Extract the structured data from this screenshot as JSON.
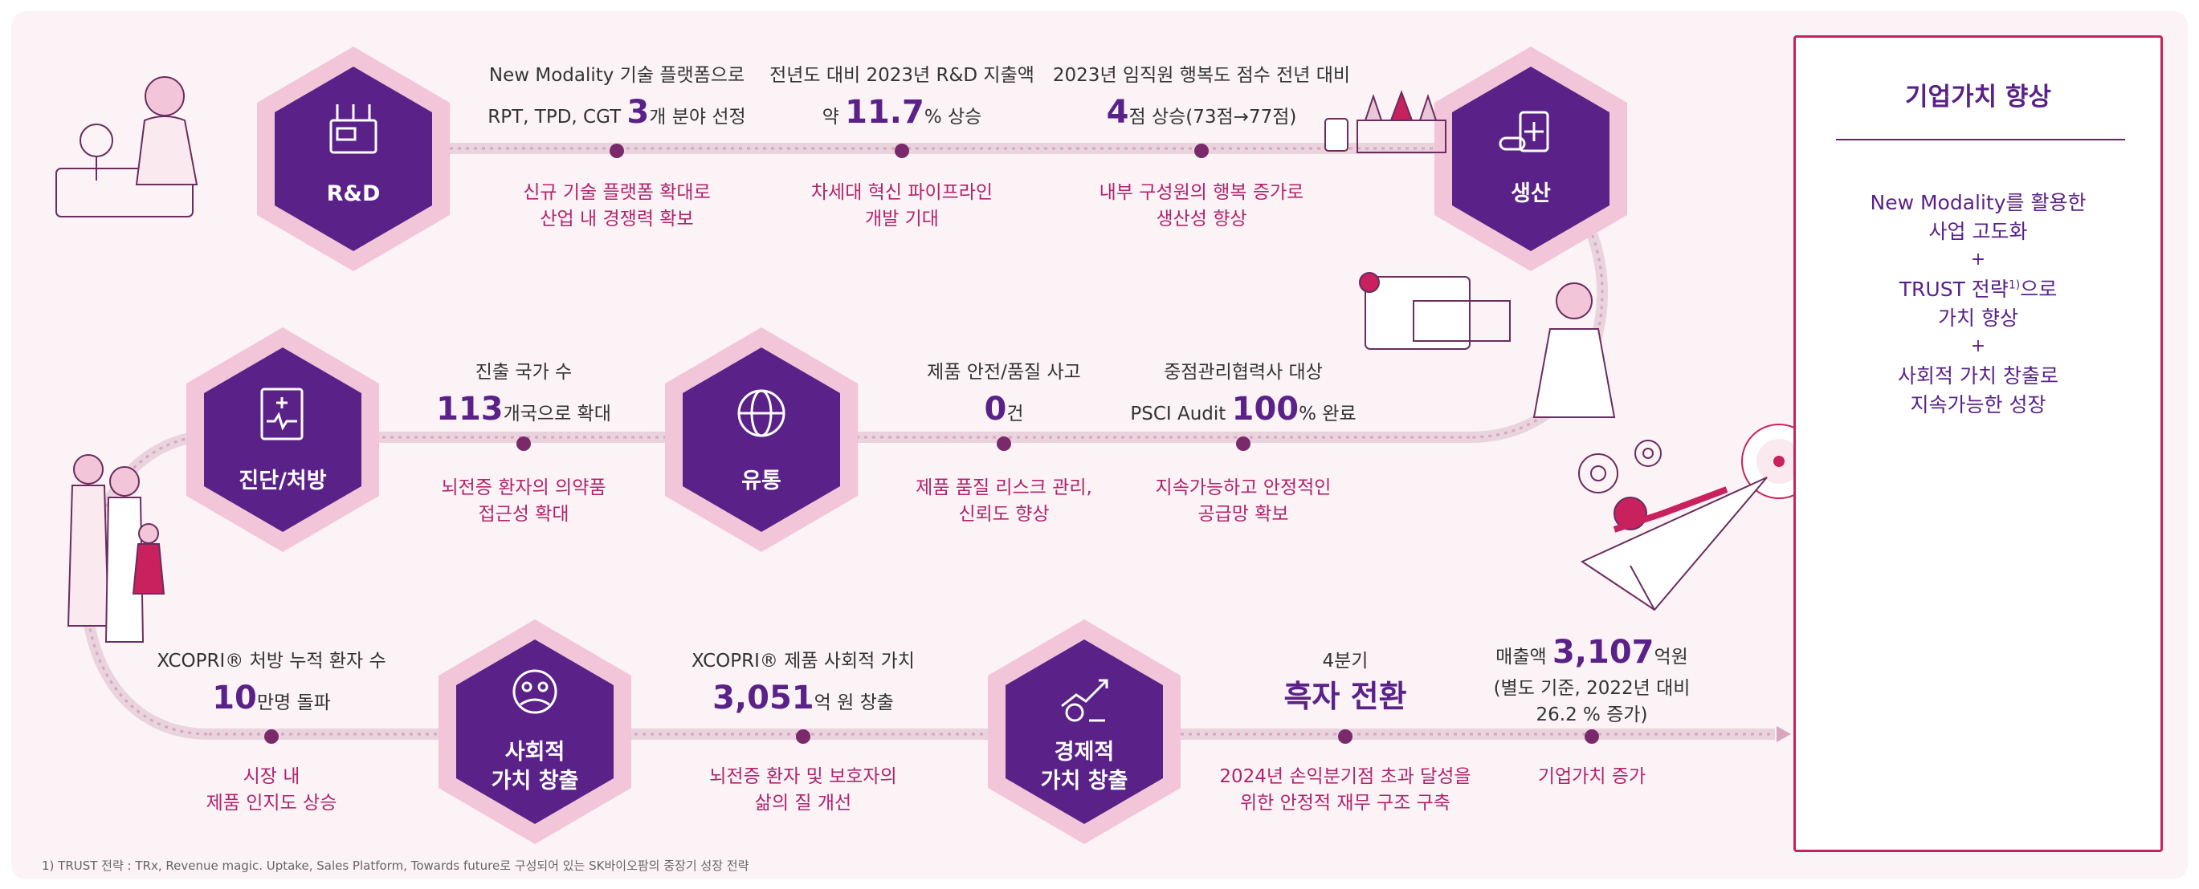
{
  "stages": {
    "rnd": "R&D",
    "production": "생산",
    "diagnosis": "진단/처방",
    "distribution": "유통",
    "social_line1": "사회적",
    "social_line2": "가치 창출",
    "economic_line1": "경제적",
    "economic_line2": "가치 창출"
  },
  "row1": {
    "f1_line1": "New Modality 기술 플랫폼으로",
    "f1_pre": "RPT, TPD, CGT ",
    "f1_num": "3",
    "f1_post": "개 분야 선정",
    "e1_line1": "신규 기술 플랫폼 확대로",
    "e1_line2": "산업 내 경쟁력 확보",
    "f2_line1": "전년도 대비 2023년 R&D 지출액",
    "f2_pre": "약 ",
    "f2_num": "11.7",
    "f2_post": "% 상승",
    "e2_line1": "차세대 혁신 파이프라인",
    "e2_line2": "개발 기대",
    "f3_line1": "2023년 임직원 행복도 점수 전년 대비",
    "f3_num": "4",
    "f3_post": "점 상승(73점→77점)",
    "e3_line1": "내부 구성원의 행복 증가로",
    "e3_line2": "생산성 향상"
  },
  "row2": {
    "f1_line1": "진출 국가 수",
    "f1_num": "113",
    "f1_post": "개국으로 확대",
    "e1_line1": "뇌전증 환자의 의약품",
    "e1_line2": "접근성 확대",
    "f2_line1": "제품 안전/품질 사고",
    "f2_num": "0",
    "f2_post": "건",
    "e2_line1": "제품 품질 리스크 관리,",
    "e2_line2": "신뢰도 향상",
    "f3_line1": "중점관리협력사 대상",
    "f3_pre": "PSCI Audit ",
    "f3_num": "100",
    "f3_post": "% 완료",
    "e3_line1": "지속가능하고 안정적인",
    "e3_line2": "공급망 확보"
  },
  "row3": {
    "f1_line1": "XCOPRI® 처방 누적 환자 수",
    "f1_num": "10",
    "f1_post": "만명 돌파",
    "e1_line1": "시장 내",
    "e1_line2": "제품 인지도 상승",
    "f2_line1": "XCOPRI® 제품 사회적 가치",
    "f2_num": "3,051",
    "f2_post": "억 원 창출",
    "e2_line1": "뇌전증 환자 및 보호자의",
    "e2_line2": "삶의 질 개선",
    "f3_line1": "4분기",
    "f3_big": "흑자 전환",
    "e3_line1": "2024년 손익분기점 초과 달성을",
    "e3_line2": "위한 안정적 재무 구조 구축",
    "f4_pre": "매출액 ",
    "f4_num": "3,107",
    "f4_post": "억원",
    "f4_line2": "(별도 기준, 2022년 대비",
    "f4_line3": "26.2 % 증가)",
    "e4_line1": "기업가치 증가"
  },
  "side": {
    "title": "기업가치 향상",
    "l1": "New Modality를 활용한",
    "l2": "사업 고도화",
    "plus": "+",
    "l3_pre": "TRUST 전략",
    "l3_sup": "1)",
    "l3_post": "으로",
    "l4": "가치 향상",
    "l5": "사회적 가치 창출로",
    "l6": "지속가능한 성장"
  },
  "footnote": "1)    TRUST 전략 : TRx, Revenue magic. Uptake, Sales Platform, Towards future로 구성되어 있는 SK바이오팜의 중장기 성장 전략",
  "colors": {
    "purple": "#5a2288",
    "magenta": "#b0246c",
    "pink_halo": "#f3c5d8",
    "border": "#c8215e"
  }
}
